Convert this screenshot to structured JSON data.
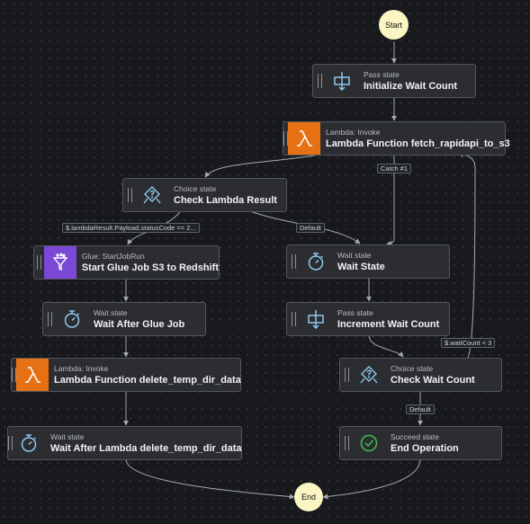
{
  "start_label": "Start",
  "end_label": "End",
  "nodes": {
    "init": {
      "type": "Pass state",
      "name": "Initialize Wait Count",
      "icon": "pass-icon"
    },
    "fetch": {
      "type": "Lambda: Invoke",
      "name": "Lambda Function fetch_rapidapi_to_s3",
      "icon": "lambda-icon"
    },
    "check_lambda": {
      "type": "Choice state",
      "name": "Check Lambda Result",
      "icon": "choice-icon"
    },
    "glue": {
      "type": "Glue: StartJobRun",
      "name": "Start Glue Job S3 to Redshift",
      "icon": "glue-icon"
    },
    "wait_glue": {
      "type": "Wait state",
      "name": "Wait After Glue Job",
      "icon": "timer-icon"
    },
    "delete": {
      "type": "Lambda: Invoke",
      "name": "Lambda Function delete_temp_dir_data",
      "icon": "lambda-icon"
    },
    "wait_delete": {
      "type": "Wait state",
      "name": "Wait After Lambda delete_temp_dir_data",
      "icon": "timer-icon"
    },
    "wait_state": {
      "type": "Wait state",
      "name": "Wait State",
      "icon": "timer-icon"
    },
    "increment": {
      "type": "Pass state",
      "name": "Increment Wait Count",
      "icon": "pass-icon"
    },
    "check_wait": {
      "type": "Choice state",
      "name": "Check Wait Count",
      "icon": "choice-icon"
    },
    "succeed": {
      "type": "Succeed state",
      "name": "End Operation",
      "icon": "check-circle-icon"
    }
  },
  "edge_labels": {
    "catch": "Catch #1",
    "status_code": "$.lambdaResult.Payload.statusCode == 2...",
    "default_1": "Default",
    "wait_count": "$.waitCount < 3",
    "default_2": "Default"
  },
  "colors": {
    "background": "#17191c",
    "node_fill": "#2b2d31",
    "node_border": "#53575d",
    "lambda_orange": "#e67014",
    "glue_purple": "#7b49d6",
    "terminal_fill": "#fbf5c4",
    "edge": "#a6a9ad",
    "succeed_green": "#3fb950",
    "icon_blue": "#8fc8ee"
  }
}
